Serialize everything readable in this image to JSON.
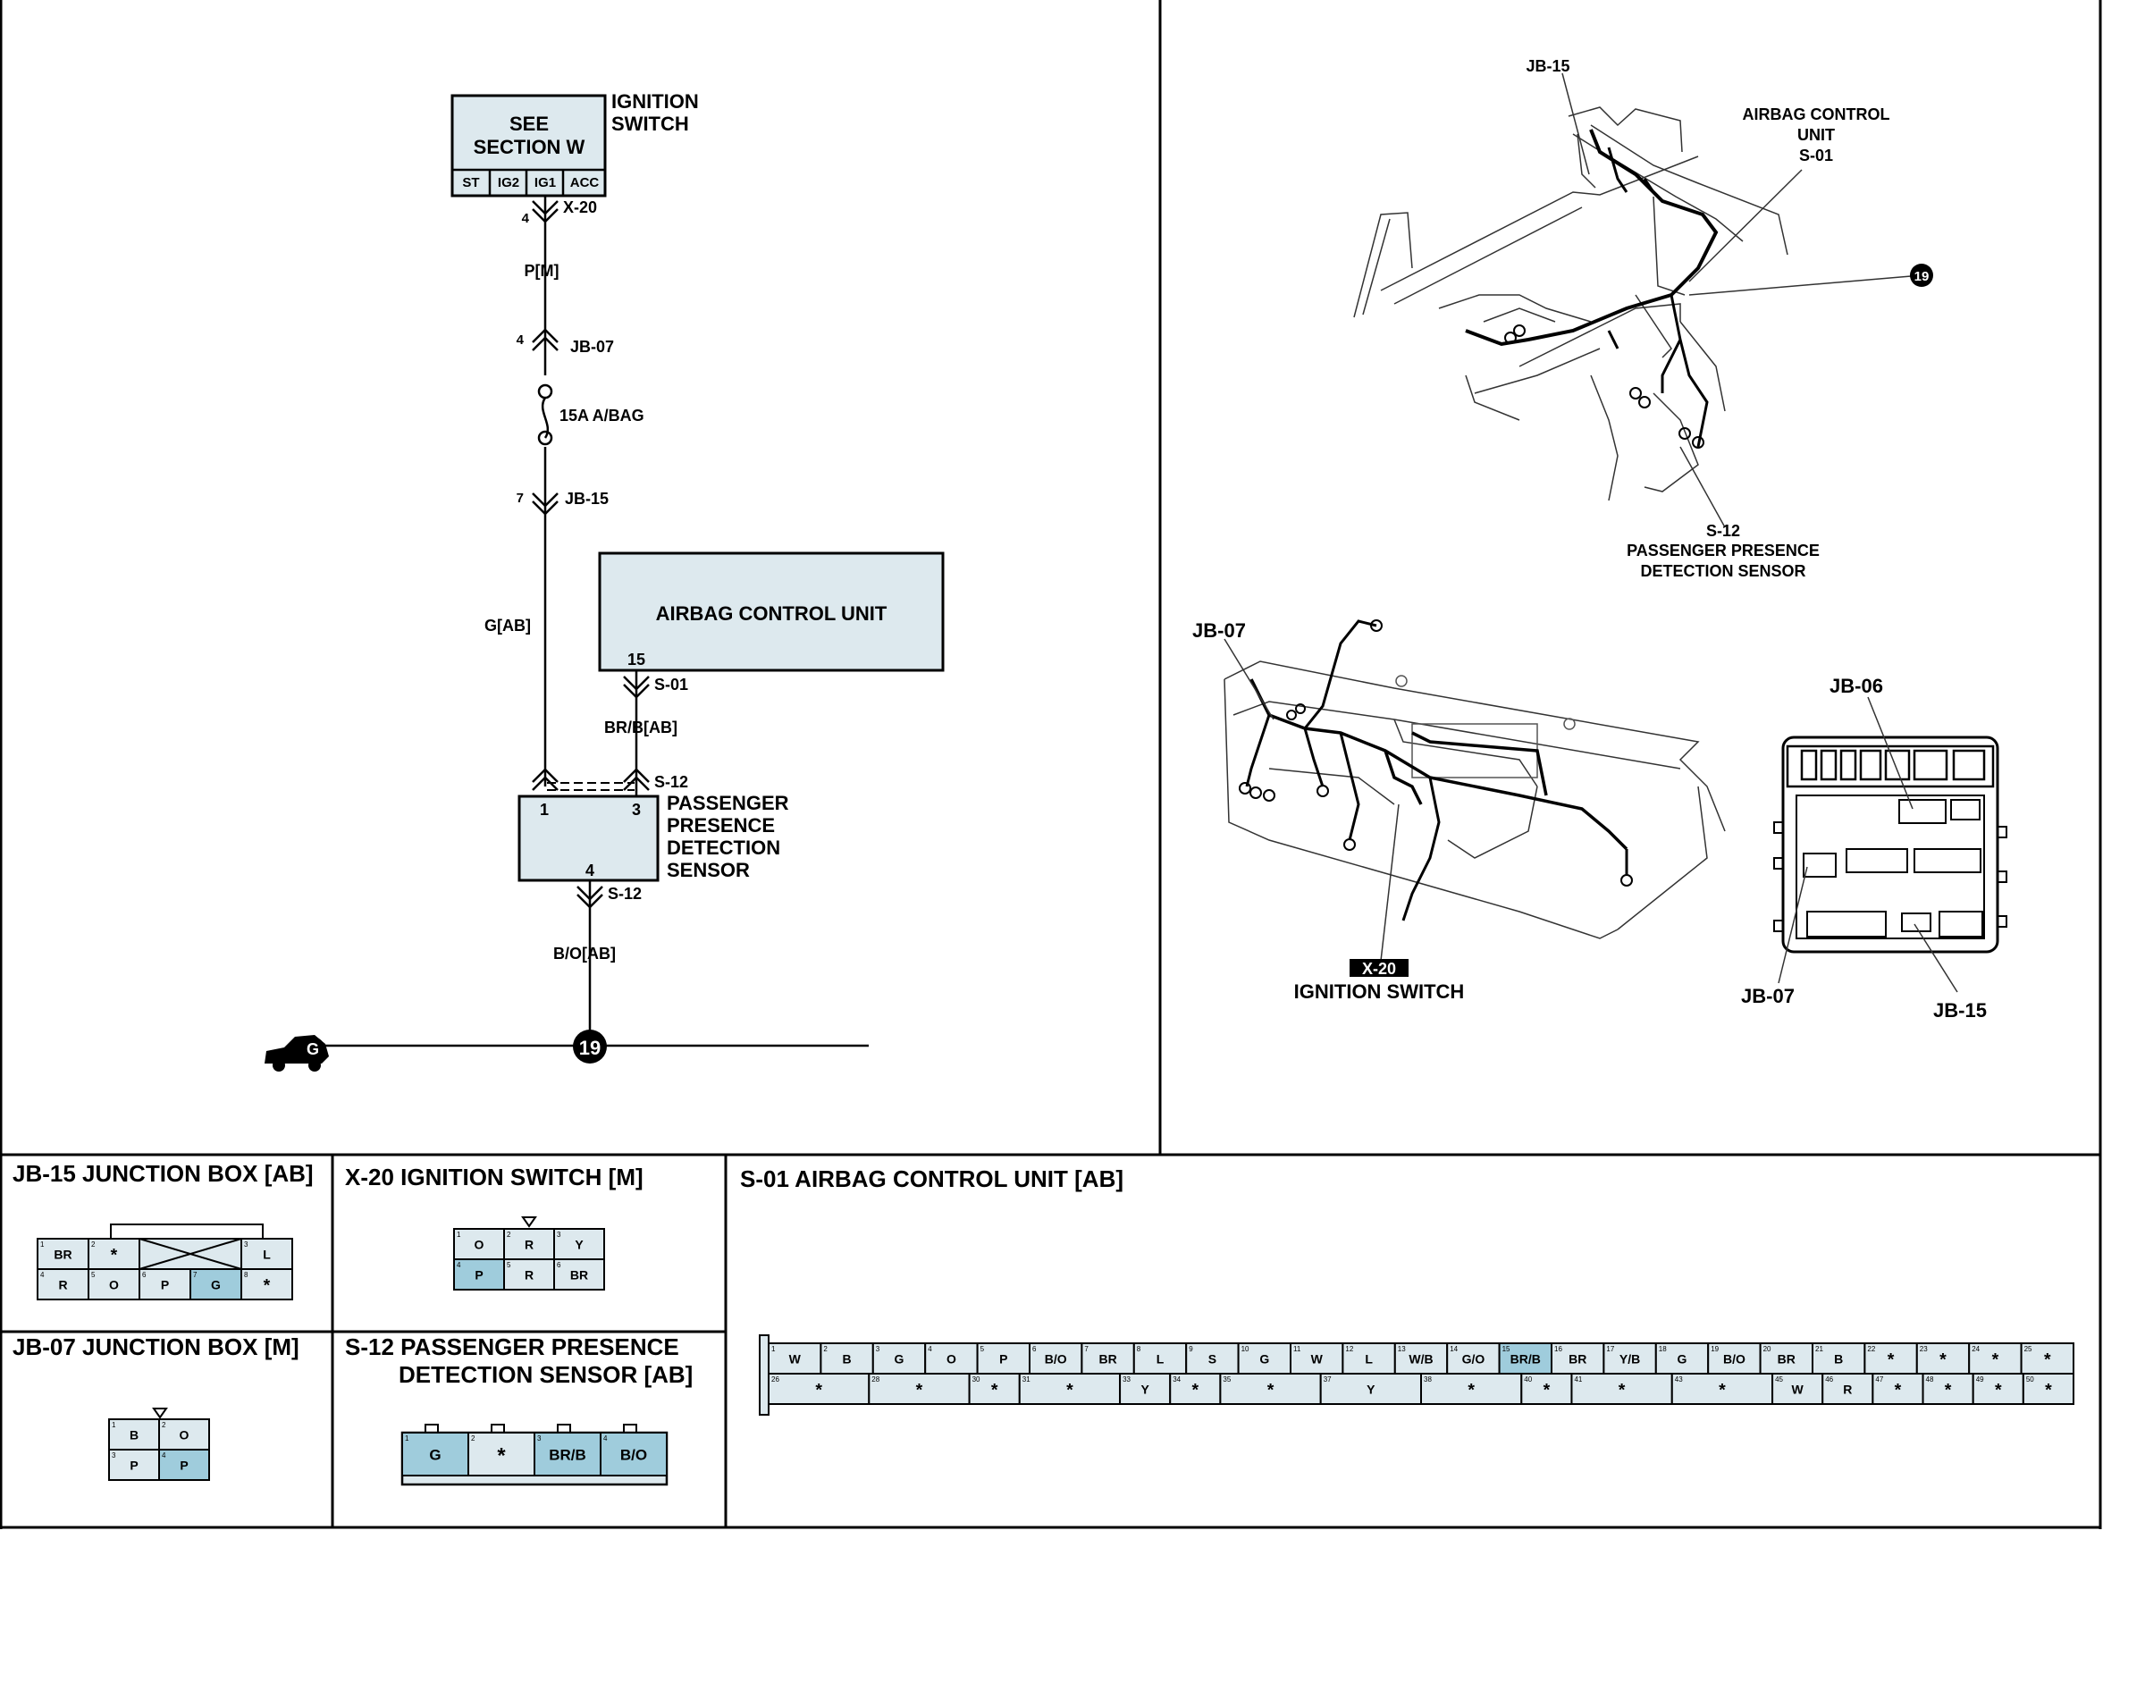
{
  "schematic": {
    "ignition_box_line1": "SEE",
    "ignition_box_line2": "SECTION W",
    "ignition_label1": "IGNITION",
    "ignition_label2": "SWITCH",
    "ign_terminals": [
      "ST",
      "IG2",
      "IG1",
      "ACC"
    ],
    "x20_pin": "4",
    "x20_conn": "X-20",
    "wire1": "P[M]",
    "jb07_pin": "4",
    "jb07_conn": "JB-07",
    "fuse": "15A A/BAG",
    "jb15_pin": "7",
    "jb15_conn": "JB-15",
    "wire2": "G[AB]",
    "acu_label": "AIRBAG CONTROL UNIT",
    "acu_pin": "15",
    "s01_conn": "S-01",
    "wire3": "BR/B[AB]",
    "s12_conn_top": "S-12",
    "sensor_pin1": "1",
    "sensor_pin3": "3",
    "sensor_pin4": "4",
    "sensor_label": [
      "PASSENGER",
      "PRESENCE",
      "DETECTION",
      "SENSOR"
    ],
    "s12_conn_bottom": "S-12",
    "wire4": "B/O[AB]",
    "ground_letter": "G",
    "ground_point": "19"
  },
  "location_views": {
    "top": {
      "jb15": "JB-15",
      "acu_line1": "AIRBAG CONTROL",
      "acu_line2": "UNIT",
      "acu_line3": "S-01",
      "ground_point": "19",
      "s12_line1": "S-12",
      "s12_line2": "PASSENGER PRESENCE",
      "s12_line3": "DETECTION SENSOR"
    },
    "dash": {
      "jb07": "JB-07",
      "x20": "X-20",
      "ign": "IGNITION SWITCH"
    },
    "fusebox": {
      "jb06": "JB-06",
      "jb07": "JB-07",
      "jb15": "JB-15"
    }
  },
  "connectors": {
    "jb15": {
      "title": "JB-15 JUNCTION BOX [AB]",
      "top": [
        [
          "1",
          "BR"
        ],
        [
          "2",
          "*"
        ],
        [
          "3",
          "L"
        ]
      ],
      "bottom": [
        [
          "4",
          "R"
        ],
        [
          "5",
          "O"
        ],
        [
          "6",
          "P"
        ],
        [
          "7",
          "G"
        ],
        [
          "8",
          "*"
        ]
      ]
    },
    "x20": {
      "title": "X-20 IGNITION SWITCH [M]",
      "top": [
        [
          "1",
          "O"
        ],
        [
          "2",
          "R"
        ],
        [
          "3",
          "Y"
        ]
      ],
      "bottom": [
        [
          "4",
          "P"
        ],
        [
          "5",
          "R"
        ],
        [
          "6",
          "BR"
        ]
      ]
    },
    "jb07": {
      "title": "JB-07 JUNCTION BOX [M]",
      "cells": [
        [
          "1",
          "B"
        ],
        [
          "2",
          "O"
        ],
        [
          "3",
          "P"
        ],
        [
          "4",
          "P"
        ]
      ]
    },
    "s12": {
      "title_line1": "S-12 PASSENGER PRESENCE",
      "title_line2": "DETECTION SENSOR [AB]",
      "cells": [
        [
          "1",
          "G"
        ],
        [
          "2",
          "*"
        ],
        [
          "3",
          "BR/B"
        ],
        [
          "4",
          "B/O"
        ]
      ]
    },
    "s01": {
      "title": "S-01 AIRBAG CONTROL UNIT [AB]",
      "top": [
        "W",
        "B",
        "G",
        "O",
        "P",
        "B/O",
        "BR",
        "L",
        "S",
        "G",
        "W",
        "L",
        "W/B",
        "G/O",
        "BR/B",
        "BR",
        "Y/B",
        "G",
        "B/O",
        "BR",
        "B",
        "*",
        "*",
        "*",
        "*"
      ],
      "bottom": [
        "*",
        "*",
        "*",
        "*",
        "Y",
        "*",
        "*",
        "Y",
        "*",
        "*",
        "*",
        "*",
        "W",
        "R",
        "*",
        "*",
        "*",
        "*"
      ]
    }
  }
}
